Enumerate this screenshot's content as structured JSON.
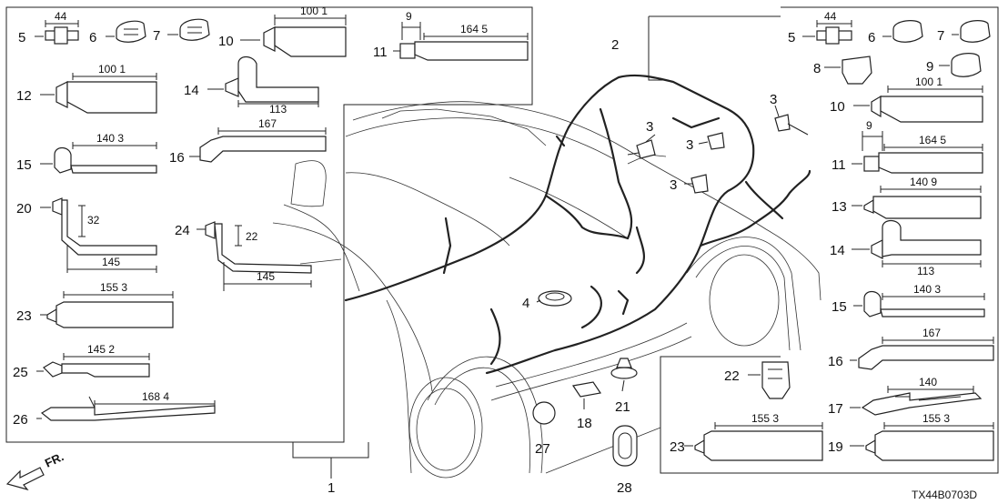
{
  "diagram": {
    "code": "TX44B0703D",
    "direction": "FR.",
    "callouts": {
      "c1": "1",
      "c2": "2",
      "c3": "3",
      "c4": "4",
      "c5": "5",
      "c6": "6",
      "c7": "7",
      "c8": "8",
      "c9": "9",
      "c10": "10",
      "c11": "11",
      "c12": "12",
      "c13": "13",
      "c14": "14",
      "c15": "15",
      "c16": "16",
      "c17": "17",
      "c18": "18",
      "c19": "19",
      "c20": "20",
      "c21": "21",
      "c22": "22",
      "c23": "23",
      "c24": "24",
      "c25": "25",
      "c26": "26",
      "c27": "27",
      "c28": "28"
    },
    "dims": {
      "d44": "44",
      "d100_1": "100 1",
      "d9": "9",
      "d164_5": "164 5",
      "d113": "113",
      "d167": "167",
      "d140_3": "140 3",
      "d32": "32",
      "d145": "145",
      "d22": "22",
      "d155_3": "155 3",
      "d145_2": "145 2",
      "d168_4": "168 4",
      "d140_9": "140 9",
      "d140": "140"
    }
  }
}
